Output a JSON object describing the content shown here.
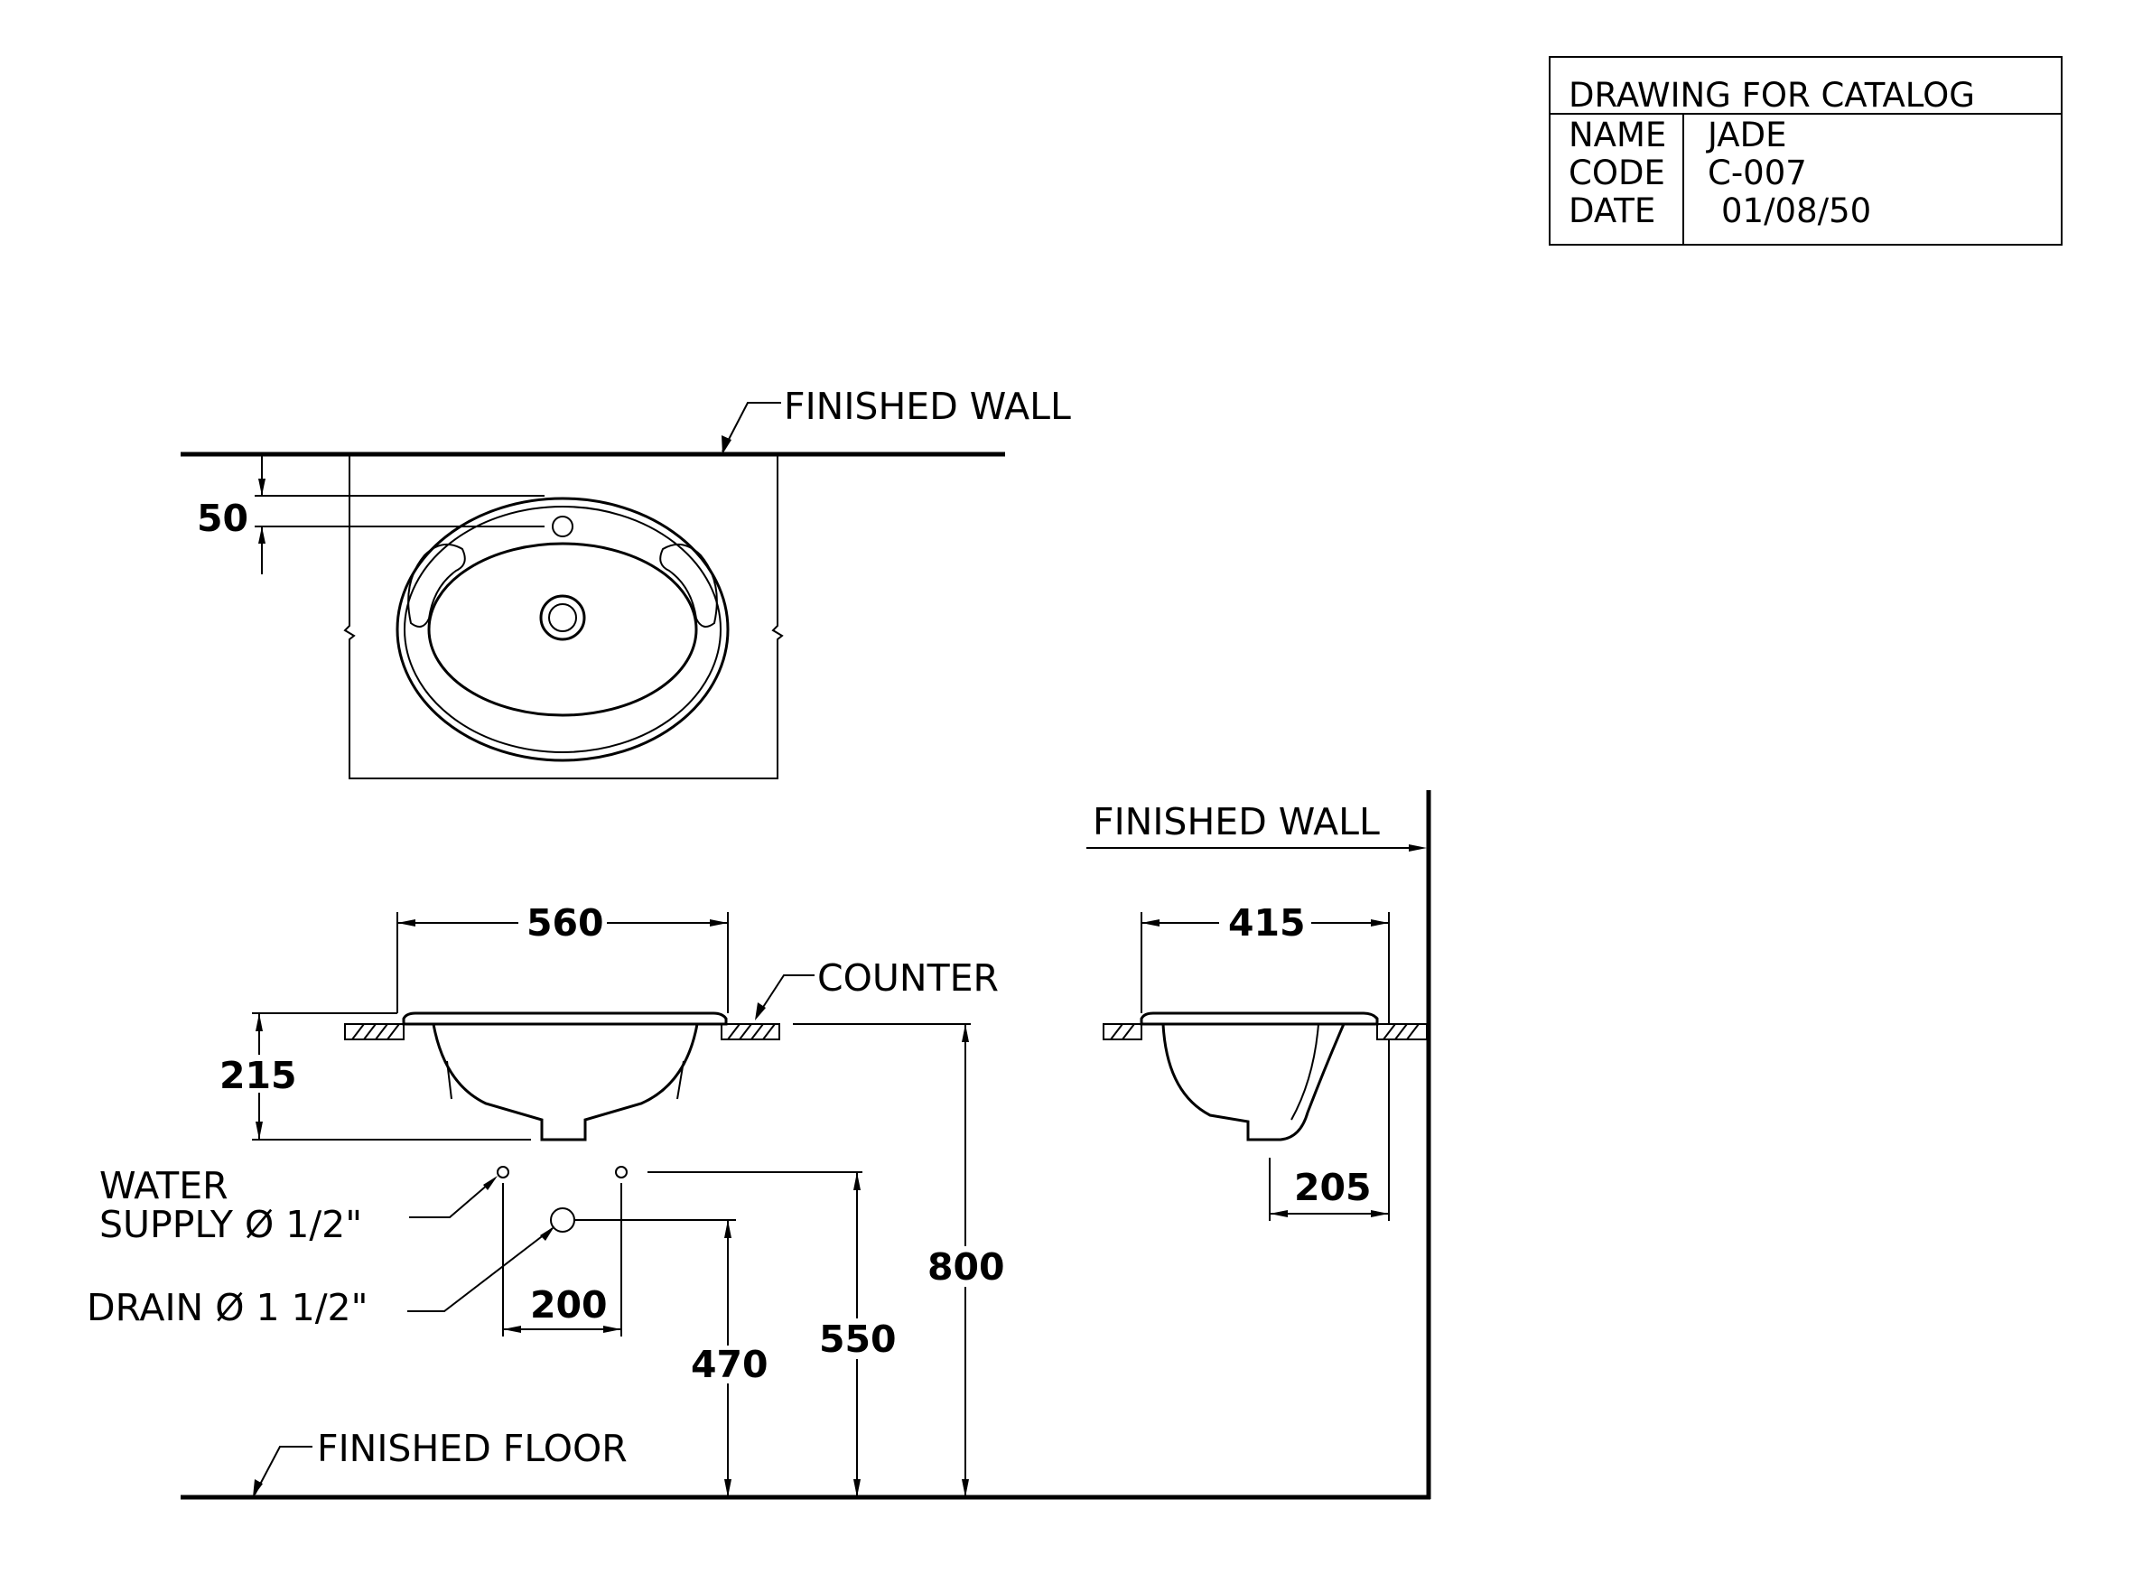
{
  "title_block": {
    "heading": "DRAWING FOR CATALOG",
    "name_label": "NAME",
    "name_value": "JADE",
    "code_label": "CODE",
    "code_value": "C-007",
    "date_label": "DATE",
    "date_value": "01/08/50"
  },
  "labels": {
    "finished_wall_top": "FINISHED  WALL",
    "finished_wall_side": "FINISHED  WALL",
    "counter": "COUNTER",
    "water_supply_line1": "WATER",
    "water_supply_line2": "SUPPLY  Ø  1/2\"",
    "drain": "DRAIN  Ø  1  1/2\"",
    "finished_floor": "FINISHED  FLOOR"
  },
  "dimensions": {
    "faucet_offset": "50",
    "basin_width": "560",
    "basin_height": "215",
    "supply_spacing": "200",
    "drain_height": "470",
    "supply_height": "550",
    "counter_height": "800",
    "basin_depth": "415",
    "drain_from_wall": "205"
  }
}
